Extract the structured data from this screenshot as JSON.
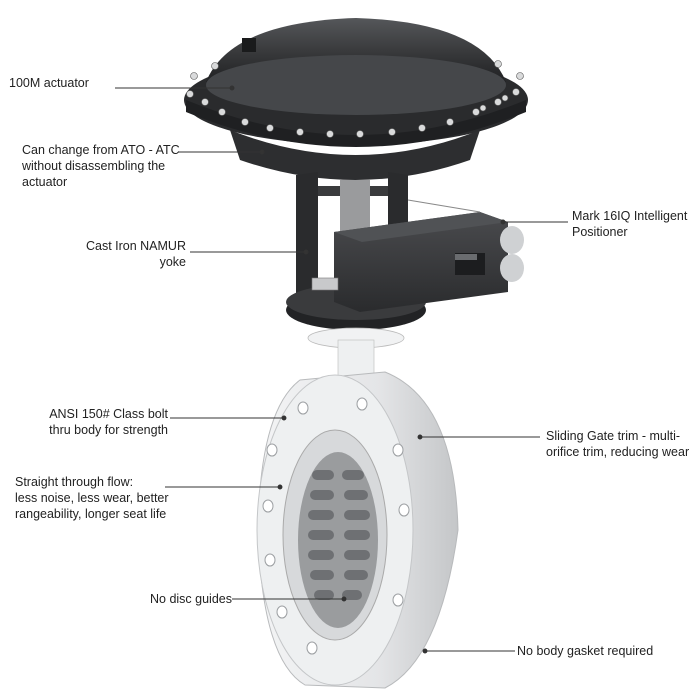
{
  "colors": {
    "actuator": "#3a3b3d",
    "actuator_dark": "#1f2022",
    "body_light": "#e9eaeb",
    "body_shadow": "#c9cbcd",
    "leader": "#333333",
    "text": "#222222"
  },
  "labels": {
    "actuator": [
      "100M actuator"
    ],
    "ato_atc": [
      "Can change from ATO - ATC",
      "without disassembling the",
      "actuator"
    ],
    "yoke": [
      "Cast Iron NAMUR",
      "yoke"
    ],
    "positioner": [
      "Mark 16IQ Intelligent",
      "Positioner"
    ],
    "bolt": [
      "ANSI 150# Class bolt",
      "thru body for strength"
    ],
    "sliding_gate": [
      "Sliding Gate trim - multi-",
      "orifice trim, reducing wear"
    ],
    "straight_flow": [
      "Straight through flow:",
      "less noise, less wear, better",
      "rangeability, longer seat life"
    ],
    "disc_guides": [
      "No disc guides"
    ],
    "gasket": [
      "No body gasket required"
    ]
  }
}
